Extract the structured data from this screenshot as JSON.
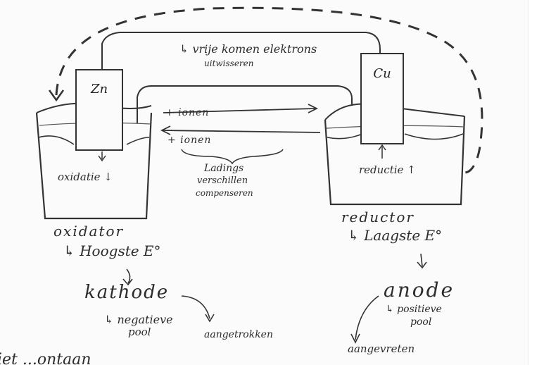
{
  "electrodes": {
    "left_label": "Zn",
    "right_label": "Cu"
  },
  "wire": {
    "line1": "↳ vrije komen elektrons",
    "line2": "uitwisseren"
  },
  "salt_bridge": {
    "top_arrow_label": "+ ionen",
    "bottom_arrow_label": "+ ionen",
    "note_line1": "Ladings",
    "note_line2": "verschillen",
    "note_line3": "compenseren"
  },
  "left_side": {
    "reaction": "oxidatie ↓",
    "agent": "oxidator",
    "potential": "↳ Hoogste E°",
    "electrode_name": "kathode",
    "pole": "↳ negatieve",
    "pole2": "pool",
    "note": "aangetrokken"
  },
  "right_side": {
    "reaction": "reductie ↑",
    "agent": "reductor",
    "potential": "↳ Laagste E°",
    "electrode_name": "anode",
    "pole": "↳ positieve",
    "pole2": "pool",
    "note": "aangevreten"
  },
  "footer": {
    "partial": "iet ...ontaan"
  }
}
